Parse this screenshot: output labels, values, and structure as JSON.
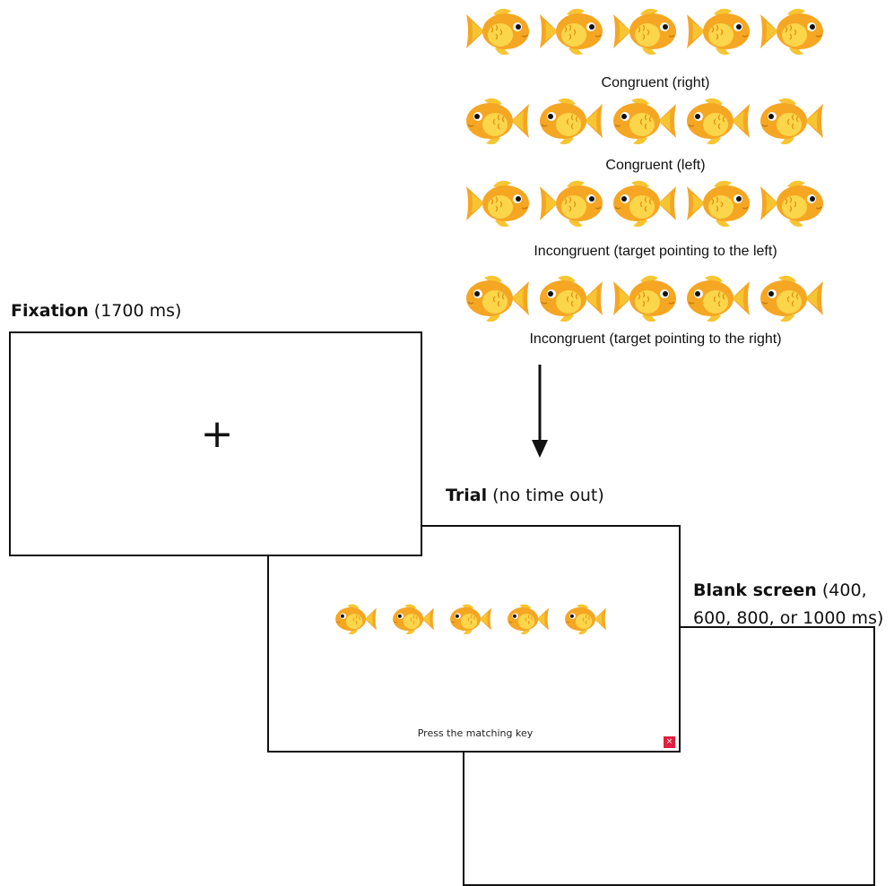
{
  "stimulus_rows": [
    {
      "caption": "Congruent (right)",
      "fish": [
        "right",
        "right",
        "right",
        "right",
        "right"
      ]
    },
    {
      "caption": "Congruent (left)",
      "fish": [
        "left",
        "left",
        "left",
        "left",
        "left"
      ]
    },
    {
      "caption": "Incongruent (target pointing to the left)",
      "fish": [
        "right",
        "right",
        "left",
        "right",
        "right"
      ]
    },
    {
      "caption": "Incongruent (target pointing to the right)",
      "fish": [
        "left",
        "left",
        "right",
        "left",
        "left"
      ]
    }
  ],
  "fixation": {
    "title": "Fixation",
    "detail": "(1700 ms)",
    "symbol": "+"
  },
  "trial": {
    "title": "Trial",
    "detail": "(no time out)",
    "prompt": "Press the matching key",
    "fish": [
      "left",
      "left",
      "left",
      "left",
      "left"
    ],
    "close_symbol": "×"
  },
  "blank": {
    "title": "Blank screen",
    "detail_line1": "(400,",
    "detail_line2": "600, 800, or 1000 ms)"
  },
  "colors": {
    "fish_body": "#f5a623",
    "fish_fin": "#f7c531",
    "fish_belly": "#fbd54a",
    "outline": "#111111",
    "close_button": "#e0213f"
  }
}
